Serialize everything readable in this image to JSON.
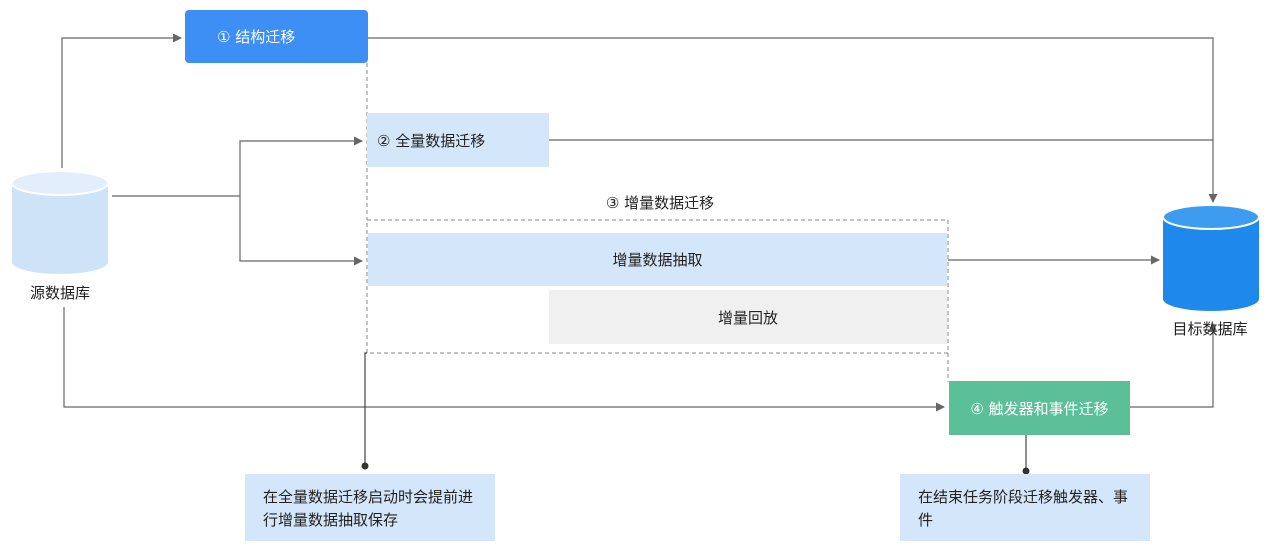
{
  "nodes": {
    "source_db": "源数据库",
    "target_db": "目标数据库",
    "step1": "① 结构迁移",
    "step2": "② 全量数据迁移",
    "step3": "③ 增量数据迁移",
    "step3_extract": "增量数据抽取",
    "step3_replay": "增量回放",
    "step4": "④ 触发器和事件迁移"
  },
  "notes": {
    "left": "在全量数据迁移启动时会提前进行增量数据抽取保存",
    "right": "在结束任务阶段迁移触发器、事件"
  },
  "colors": {
    "step1_bg": "#3d8ef5",
    "step4_bg": "#5bbf98",
    "light_blue": "#d4e6f9",
    "light_gray": "#f0f0f0",
    "line": "#666666",
    "source_cyl": "#cfe3f8",
    "target_cyl": "#1f88eb"
  }
}
